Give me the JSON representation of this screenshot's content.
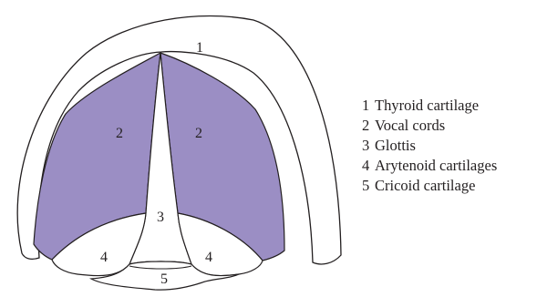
{
  "diagram": {
    "fill_color": "#9b8ec4",
    "stroke_color": "#231f20",
    "region_labels": {
      "thyroid": "1",
      "vocal_left": "2",
      "vocal_right": "2",
      "glottis": "3",
      "arytenoid_left": "4",
      "arytenoid_right": "4",
      "cricoid": "5"
    }
  },
  "legend": [
    {
      "number": "1",
      "text": "Thyroid cartilage"
    },
    {
      "number": "2",
      "text": "Vocal cords"
    },
    {
      "number": "3",
      "text": "Glottis"
    },
    {
      "number": "4",
      "text": "Arytenoid cartilages"
    },
    {
      "number": "5",
      "text": "Cricoid cartilage"
    }
  ]
}
